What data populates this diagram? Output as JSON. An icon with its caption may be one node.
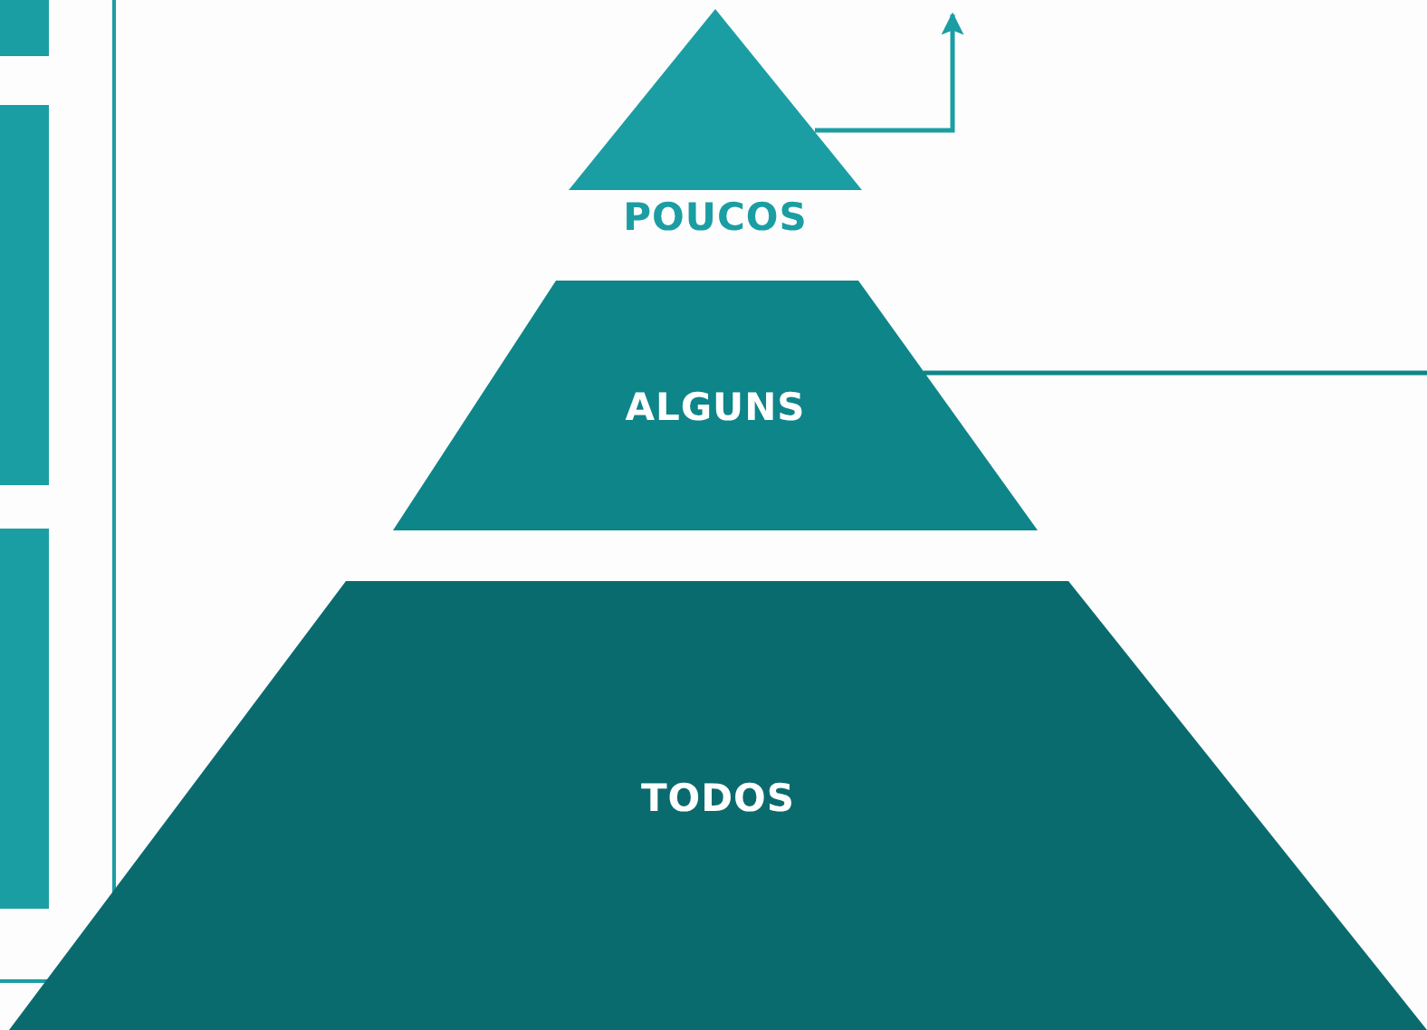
{
  "diagram": {
    "nodes": [
      {
        "text": [
          "POUCOS"
        ]
      },
      {
        "text": [
          "ALGUNS"
        ]
      },
      {
        "text": [
          "TODOS"
        ]
      },
      {
        "text": [],
        "shape": "bar"
      },
      {
        "text": [],
        "shape": "bar"
      },
      {
        "text": [],
        "shape": "bar"
      }
    ],
    "edges": [
      {
        "from": 0,
        "to": null,
        "arrow": "to"
      },
      {
        "from": 1,
        "to": null,
        "arrow": "none"
      }
    ]
  }
}
